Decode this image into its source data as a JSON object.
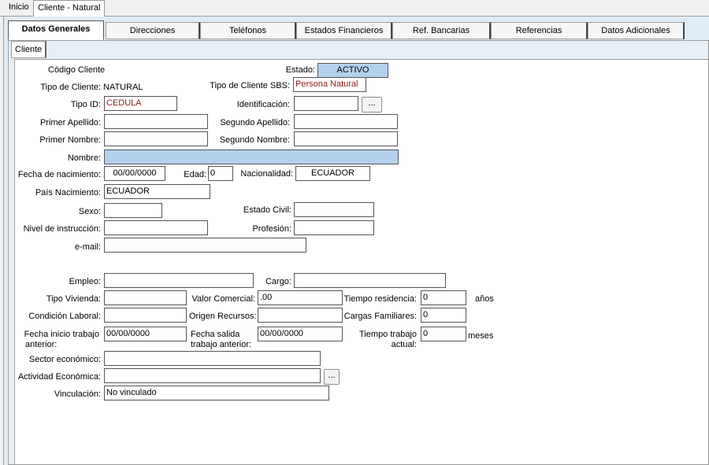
{
  "top_tabs": [
    "Inicio",
    "Cliente - Natural"
  ],
  "section_tabs": [
    "Datos Generales",
    "Direcciones",
    "Teléfonos",
    "Estados Financieros",
    "Ref. Bancarias",
    "Referencias",
    "Datos Adicionales"
  ],
  "sub_tab": "Cliente",
  "labels": {
    "codigo_cliente": "Código Cliente",
    "estado": "Estado:",
    "tipo_cliente": "Tipo de Cliente:",
    "tipo_cliente_sbs": "Tipo de Cliente SBS:",
    "tipo_id": "Tipo ID:",
    "identificacion": "Identificación:",
    "primer_apellido": "Primer Apellido:",
    "segundo_apellido": "Segundo Apellido:",
    "primer_nombre": "Primer Nombre:",
    "segundo_nombre": "Segundo Nombre:",
    "nombre": "Nombre:",
    "fecha_nacimiento": "Fecha de nacimiento:",
    "edad": "Edad:",
    "nacionalidad": "Nacionalidad:",
    "pais_nacimiento": "País Nacimiento:",
    "sexo": "Sexo:",
    "estado_civil": "Estado Civil:",
    "nivel_instruccion": "Nivel de instrucción:",
    "profesion": "Profesión:",
    "email": "e-mail:",
    "empleo": "Empleo:",
    "cargo": "Cargo:",
    "tipo_vivienda": "Tipo Vivienda:",
    "valor_comercial": "Valor Comercial:",
    "tiempo_residencia": "Tiempo residencia:",
    "anios": "años",
    "condicion_laboral": "Condición Laboral:",
    "origen_recursos": "Origen Recursos:",
    "cargas_familiares": "Cargas Familiares:",
    "fecha_inicio_trabajo_1": "Fecha inicio trabajo",
    "fecha_inicio_trabajo_2": "anterior:",
    "fecha_salida_1": "Fecha salida",
    "fecha_salida_2": "trabajo anterior:",
    "tiempo_trabajo_1": "Tiempo trabajo",
    "tiempo_trabajo_2": "actual:",
    "meses": "meses",
    "sector_economico": "Sector económico:",
    "actividad_economica": "Actividad Económica:",
    "vinculacion": "Vinculación:"
  },
  "values": {
    "estado": "ACTIVO",
    "tipo_cliente": "NATURAL",
    "tipo_cliente_sbs": "Persona Natural",
    "tipo_id": "CEDULA",
    "identificacion": "",
    "primer_apellido": "",
    "segundo_apellido": "",
    "primer_nombre": "",
    "segundo_nombre": "",
    "nombre": "",
    "fecha_nacimiento": "00/00/0000",
    "edad": "0",
    "nacionalidad": "ECUADOR",
    "pais_nacimiento": "ECUADOR",
    "sexo": "",
    "estado_civil": "",
    "nivel_instruccion": "",
    "profesion": "",
    "email": "",
    "empleo": "",
    "cargo": "",
    "tipo_vivienda": "",
    "valor_comercial": ".00",
    "tiempo_residencia": "0",
    "condicion_laboral": "",
    "origen_recursos": "",
    "cargas_familiares": "0",
    "fecha_inicio_trabajo": "00/00/0000",
    "fecha_salida": "00/00/0000",
    "tiempo_trabajo": "0",
    "sector_economico": "",
    "actividad_economica": "",
    "vinculacion": "No vinculado"
  },
  "buttons": {
    "lookup": "..."
  },
  "colors": {
    "highlight_field": "#b3d0ef",
    "red_text": "#8b1a1a"
  }
}
